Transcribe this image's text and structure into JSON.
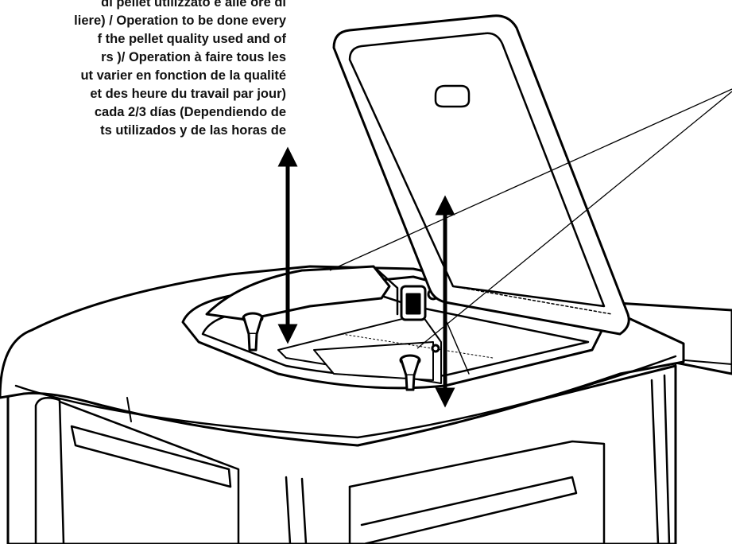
{
  "caption_lines": [
    "di pellet utilizzato e alle ore di",
    "liere) / Operation to be done every",
    "f the pellet quality used and of",
    "rs )/ Operation à faire tous les",
    "ut varier en fonction de la qualité",
    "et des heure du travail par jour)",
    "cada 2/3 días (Dependiendo de",
    "ts utilizados y de las horas de"
  ],
  "colors": {
    "line": "#000000",
    "fill": "#ffffff"
  }
}
